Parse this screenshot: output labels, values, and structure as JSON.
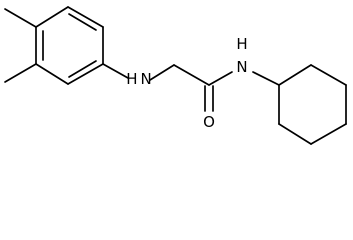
{
  "structure": {
    "atoms": {
      "amine_nitrogen": "H N",
      "amide_nitrogen_h": "H",
      "amide_nitrogen": "N",
      "carbonyl_oxygen": "O"
    }
  }
}
